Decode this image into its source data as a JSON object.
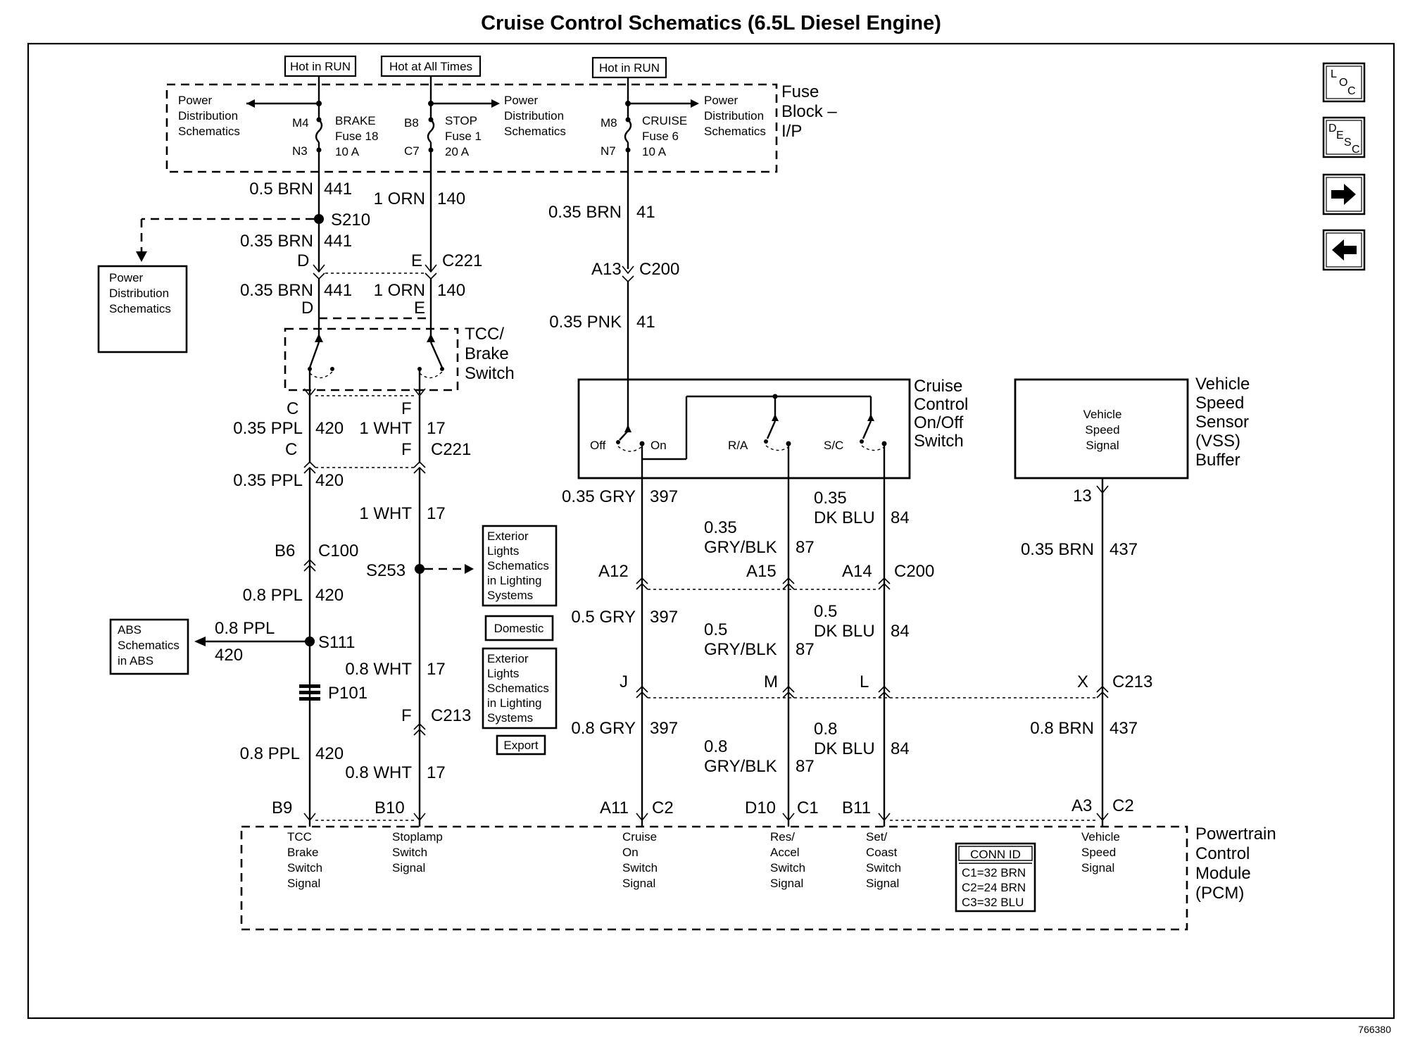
{
  "title": "Cruise Control Schematics (6.5L Diesel Engine)",
  "figure_number": "766380",
  "nav": {
    "loc": [
      "L",
      "O",
      "C"
    ],
    "desc": [
      "D",
      "E",
      "S",
      "C"
    ],
    "next_icon": "arrow-right-icon",
    "prev_icon": "arrow-left-icon"
  },
  "power": {
    "hot_run_1": "Hot in RUN",
    "hot_all": "Hot at All Times",
    "hot_run_2": "Hot in RUN"
  },
  "fuse_block": {
    "name": [
      "Fuse",
      "Block –",
      "I/P"
    ],
    "pd_left": [
      "Power",
      "Distribution",
      "Schematics"
    ],
    "pd_mid": [
      "Power",
      "Distribution",
      "Schematics"
    ],
    "pd_right": [
      "Power",
      "Distribution",
      "Schematics"
    ],
    "brake": {
      "in": "M4",
      "out": "N3",
      "label": [
        "BRAKE",
        "Fuse 18",
        "10 A"
      ]
    },
    "stop": {
      "in": "B8",
      "out": "C7",
      "label": [
        "STOP",
        "Fuse 1",
        "20 A"
      ]
    },
    "cruise": {
      "in": "M8",
      "out": "N7",
      "label": [
        "CRUISE",
        "Fuse 6",
        "10 A"
      ]
    }
  },
  "brake_branch": {
    "w1": {
      "color": "0.5 BRN",
      "circuit": "441"
    },
    "splice": "S210",
    "pd_box": [
      "Power",
      "Distribution",
      "Schematics"
    ],
    "w2": {
      "color": "0.35 BRN",
      "circuit": "441"
    },
    "pin_d1": "D",
    "pin_d2": "D",
    "w3": {
      "color": "0.35 BRN",
      "circuit": "441"
    }
  },
  "stop_branch": {
    "w1": {
      "color": "1 ORN",
      "circuit": "140"
    },
    "pin_e1": "E",
    "connector": "C221",
    "pin_e2": "E",
    "w2": {
      "color": "1 ORN",
      "circuit": "140"
    }
  },
  "tcc_switch": {
    "name": [
      "TCC/",
      "Brake",
      "Switch"
    ],
    "pin_c": "C",
    "pin_f": "F"
  },
  "lower_left": {
    "ppl1": {
      "color": "0.35 PPL",
      "circuit": "420"
    },
    "wht1": {
      "color": "1 WHT",
      "circuit": "17"
    },
    "pin_c2": "C",
    "pin_f2": "F",
    "c221": "C221",
    "ppl2": {
      "color": "0.35 PPL",
      "circuit": "420"
    },
    "wht2": {
      "color": "1 WHT",
      "circuit": "17"
    },
    "b6": "B6",
    "c100": "C100",
    "s253": "S253",
    "ppl3": {
      "color": "0.8 PPL",
      "circuit": "420"
    },
    "abs_wire": {
      "color": "0.8 PPL",
      "circuit": "420"
    },
    "abs_box": [
      "ABS",
      "Schematics",
      "in ABS"
    ],
    "s111": "S111",
    "p101": "P101",
    "wht3": {
      "color": "0.8 WHT",
      "circuit": "17"
    },
    "pin_f3": "F",
    "c213": "C213",
    "ppl4": {
      "color": "0.8 PPL",
      "circuit": "420"
    },
    "wht4": {
      "color": "0.8 WHT",
      "circuit": "17"
    },
    "ext1": [
      "Exterior",
      "Lights",
      "Schematics",
      "in Lighting",
      "Systems"
    ],
    "domestic": "Domestic",
    "ext2": [
      "Exterior",
      "Lights",
      "Schematics",
      "in Lighting",
      "Systems"
    ],
    "export": "Export"
  },
  "cruise_feed": {
    "w1": {
      "color": "0.35 BRN",
      "circuit": "41"
    },
    "a13": "A13",
    "c200": "C200",
    "w2": {
      "color": "0.35 PNK",
      "circuit": "41"
    }
  },
  "cruise_switch": {
    "name": [
      "Cruise",
      "Control",
      "On/Off",
      "Switch"
    ],
    "off": "Off",
    "on": "On",
    "ra": "R/A",
    "sc": "S/C"
  },
  "vss": {
    "name": [
      "Vehicle",
      "Speed",
      "Sensor",
      "(VSS)",
      "Buffer"
    ],
    "inner": [
      "Vehicle",
      "Speed",
      "Signal"
    ],
    "pin": "13"
  },
  "cruise_wires": {
    "gry1": {
      "color": "0.35 GRY",
      "circuit": "397"
    },
    "gryblk1": {
      "color": [
        "0.35",
        "GRY/BLK"
      ],
      "circuit": "87"
    },
    "dkblu1": {
      "color": [
        "0.35",
        "DK BLU"
      ],
      "circuit": "84"
    },
    "brn1": {
      "color": "0.35 BRN",
      "circuit": "437"
    },
    "a12": "A12",
    "a15": "A15",
    "a14": "A14",
    "c200": "C200",
    "gry2": {
      "color": "0.5 GRY",
      "circuit": "397"
    },
    "gryblk2": {
      "color": [
        "0.5",
        "GRY/BLK"
      ],
      "circuit": "87"
    },
    "dkblu2": {
      "color": [
        "0.5",
        "DK BLU"
      ],
      "circuit": "84"
    },
    "j": "J",
    "m": "M",
    "l": "L",
    "x": "X",
    "c213": "C213",
    "gry3": {
      "color": "0.8 GRY",
      "circuit": "397"
    },
    "gryblk3": {
      "color": [
        "0.8",
        "GRY/BLK"
      ],
      "circuit": "87"
    },
    "dkblu3": {
      "color": [
        "0.8",
        "DK BLU"
      ],
      "circuit": "84"
    },
    "brn2": {
      "color": "0.8 BRN",
      "circuit": "437"
    }
  },
  "pcm": {
    "name": [
      "Powertrain",
      "Control",
      "Module",
      "(PCM)"
    ],
    "pins": {
      "b9": "B9",
      "b10": "B10",
      "a11": "A11",
      "c2a": "C2",
      "d10": "D10",
      "c1": "C1",
      "b11": "B11",
      "a3": "A3",
      "c2b": "C2"
    },
    "tcc_sig": [
      "TCC",
      "Brake",
      "Switch",
      "Signal"
    ],
    "stop_sig": [
      "Stoplamp",
      "Switch",
      "Signal"
    ],
    "cruise_sig": [
      "Cruise",
      "On",
      "Switch",
      "Signal"
    ],
    "res_sig": [
      "Res/",
      "Accel",
      "Switch",
      "Signal"
    ],
    "set_sig": [
      "Set/",
      "Coast",
      "Switch",
      "Signal"
    ],
    "vss_sig": [
      "Vehicle",
      "Speed",
      "Signal"
    ],
    "conn_id": {
      "title": "CONN ID",
      "rows": [
        "C1=32 BRN",
        "C2=24 BRN",
        "C3=32 BLU"
      ]
    }
  }
}
